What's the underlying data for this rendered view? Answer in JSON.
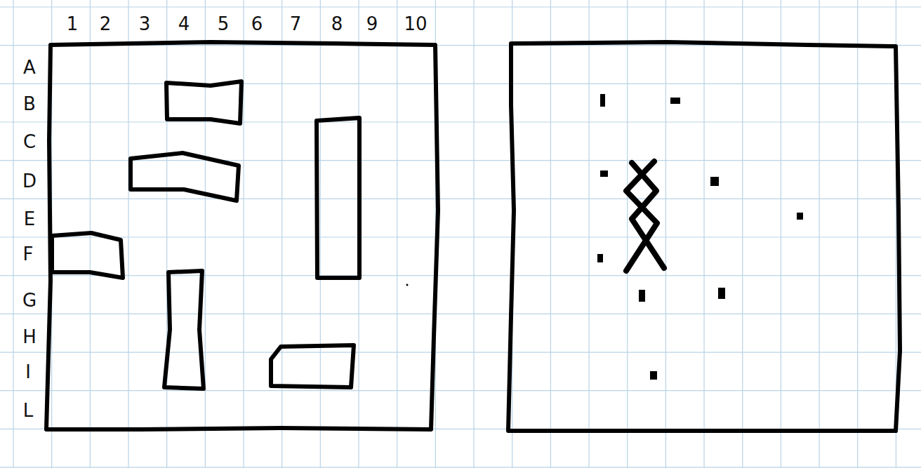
{
  "diagram": {
    "labels": [
      "1",
      "2",
      "3",
      "4",
      "5",
      "6",
      "7",
      "8",
      "9",
      "10",
      "A",
      "B",
      "C",
      "D",
      "E",
      "F",
      "G",
      "H",
      "I",
      "L"
    ]
  }
}
